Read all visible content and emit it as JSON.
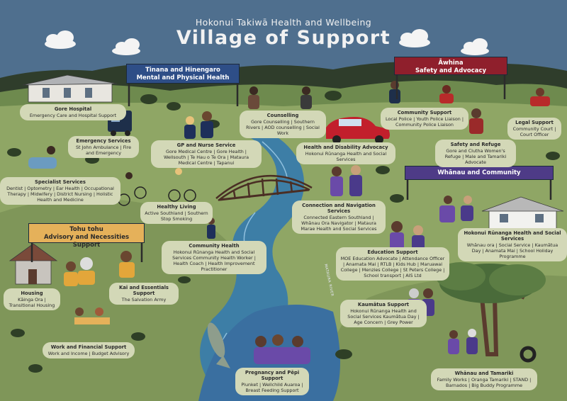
{
  "header": {
    "subtitle": "Hokonui Takiwā Health and Wellbeing",
    "title": "Village of Support"
  },
  "signs": {
    "tinana": "Tinana and Hinengaro\nMental and Physical Health",
    "awhina": "Āwhina\nSafety and Advocacy",
    "whanau": "Whānau and Community",
    "tohu": "Tohu tohu\nAdvisory and Necessities Support"
  },
  "river_label": "MATAURA RIVER",
  "services": [
    {
      "id": "gore-hospital",
      "name": "Gore Hospital",
      "detail": "Emergency Care and Hospital Support"
    },
    {
      "id": "emergency-services",
      "name": "Emergency Services",
      "detail": "St John Ambulance | Fire and Emergency"
    },
    {
      "id": "specialist-services",
      "name": "Specialist Services",
      "detail": "Dentist | Optometry | Ear Health | Occupational Therapy | Midwifery | District Nursing | Holistic Health and Medicine"
    },
    {
      "id": "gp-nurse",
      "name": "GP and Nurse Service",
      "detail": "Gore Medical Centre | Gore Health | Wellsouth | Te Hau o Te Ora | Mataura Medical Centre | Tapanui"
    },
    {
      "id": "healthy-living",
      "name": "Healthy Living",
      "detail": "Active Southland | Southern Stop Smoking"
    },
    {
      "id": "counselling",
      "name": "Counselling",
      "detail": "Gore Counselling | Southern Rivers | AOD counselling | Social Work"
    },
    {
      "id": "health-disability",
      "name": "Health and Disability Advocacy",
      "detail": "Hokonui Rūnanga Health and Social Services"
    },
    {
      "id": "community-support",
      "name": "Community Support",
      "detail": "Local Police | Youth Police Liaison | Community Police Liaison"
    },
    {
      "id": "legal-support",
      "name": "Legal Support",
      "detail": "Community Court | Court Officer"
    },
    {
      "id": "safety-refuge",
      "name": "Safety and Refuge",
      "detail": "Gore and Clutha Women's Refuge | Male and Tamariki Advocate"
    },
    {
      "id": "connection-navigation",
      "name": "Connection and Navigation Services",
      "detail": "Connected Eastern Southland | Whānau Ora Navigator | Mataura Marae Health and Social Services"
    },
    {
      "id": "community-health",
      "name": "Community Health",
      "detail": "Hokonui Rūnanga Health and Social Services Community Health Worker | Health Coach | Health Improvement Practitioner"
    },
    {
      "id": "hokonui-runanga",
      "name": "Hokonui Rūnanga Health and Social Services",
      "detail": "Whānau ora | Social Service | Kaumātua Day | Anamata Mai | School Holiday Programme"
    },
    {
      "id": "education-support",
      "name": "Education Support",
      "detail": "MOE Education Advocate | Attendance Officer | Anamata Mai | RTLB | Kids Hub | Maruawai College | Menzies College | St Peters College | School transport | AIS Ltd"
    },
    {
      "id": "housing",
      "name": "Housing",
      "detail": "Kāinga Ora | Transitional Housing"
    },
    {
      "id": "kai-essentials",
      "name": "Kai and Essentials Support",
      "detail": "The Salvation Army"
    },
    {
      "id": "work-financial",
      "name": "Work and Financial Support",
      "detail": "Work and Income | Budget Advisory"
    },
    {
      "id": "kaumatua-support",
      "name": "Kaumātua Support",
      "detail": "Hokonui Rūnanga Health and Social Services Kaumātua Day | Age Concern | Grey Power"
    },
    {
      "id": "pregnancy-pepi",
      "name": "Pregnancy and Pēpi Support",
      "detail": "Plunket | Wellchild Auaroa | Breast Feeding Support"
    },
    {
      "id": "whanau-tamariki",
      "name": "Whānau and Tamariki",
      "detail": "Family Works | Oranga Tamariki | STAND | Barnados | Big Buddy Programme"
    }
  ]
}
